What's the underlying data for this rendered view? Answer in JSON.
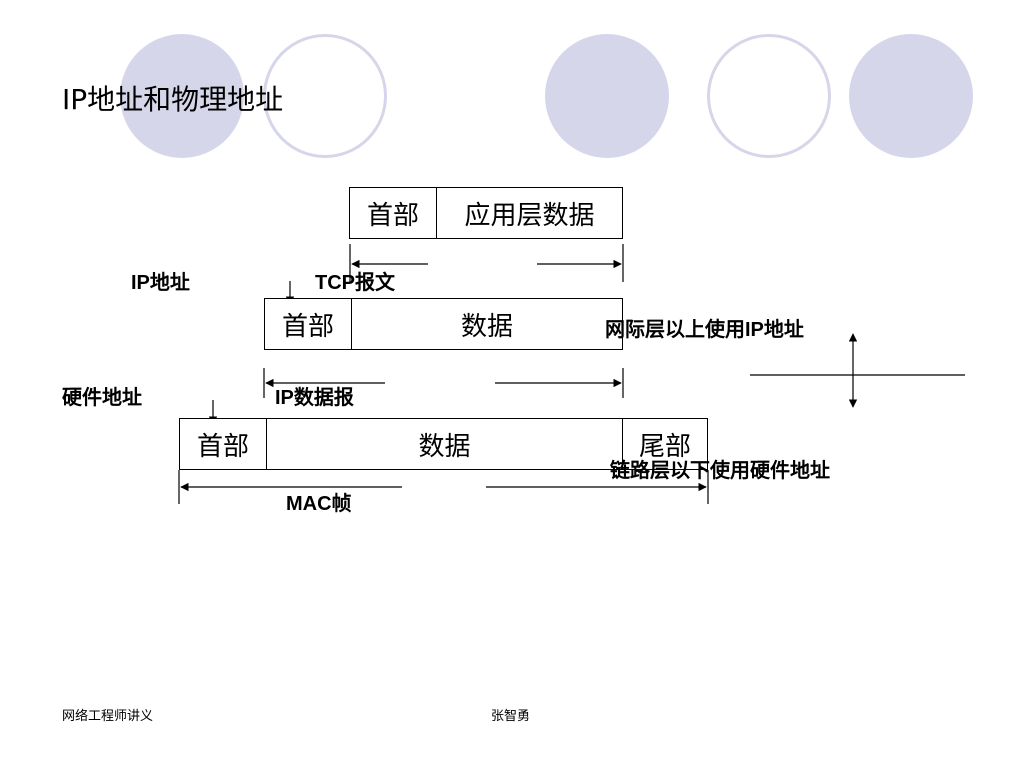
{
  "slide": {
    "title": "IP地址和物理地址",
    "footer_left": "网络工程师讲义",
    "footer_center": "张智勇"
  },
  "diagram": {
    "tcp_segment": {
      "header": "首部",
      "data": "应用层数据",
      "label": "TCP报文"
    },
    "ip_datagram": {
      "header": "首部",
      "data": "数据",
      "label": "IP数据报"
    },
    "mac_frame": {
      "header": "首部",
      "data": "数据",
      "trailer": "尾部",
      "label": "MAC帧"
    },
    "ip_address_label": "IP地址",
    "hardware_address_label": "硬件地址",
    "note_upper": "网际层以上使用IP地址",
    "note_lower": "链路层以下使用硬件地址"
  },
  "colors": {
    "decor_circle": "#d6d6ea"
  }
}
